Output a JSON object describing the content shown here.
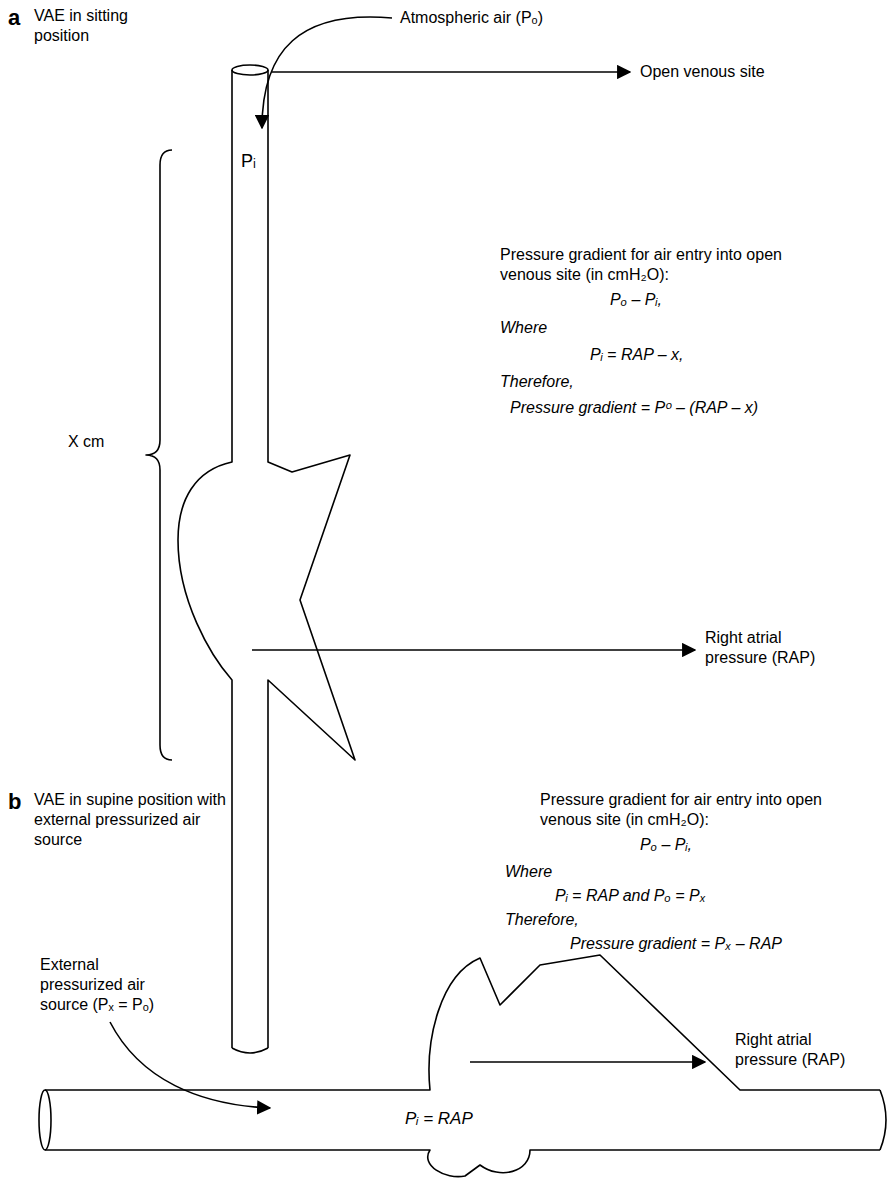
{
  "diagram": {
    "labels": [
      "a",
      "VAE in sitting position",
      "Atmospheric air (Pₒ)",
      "Open venous site",
      "Pᵢ",
      "X cm",
      "Pressure gradient for air entry into open venous site (in cmH₂O):",
      "Pₒ – Pᵢ,",
      "Where",
      "Pᵢ = RAP – x,",
      "Therefore,",
      "Pressure gradient = Pᵒ – (RAP – x)",
      "Right atrial pressure (RAP)",
      "b",
      "VAE in supine position with external pressurized air source",
      "Pressure gradient for air entry into open venous site (in cmH₂O):",
      "Pₒ – Pᵢ,",
      "Where",
      "Pᵢ = RAP and Pₒ = Pₓ",
      "Therefore,",
      "Pressure gradient = Pₓ – RAP",
      "External pressurized air source (Pₓ = Pₒ)",
      "Right atrial pressure (RAP)",
      "Pᵢ = RAP"
    ]
  }
}
